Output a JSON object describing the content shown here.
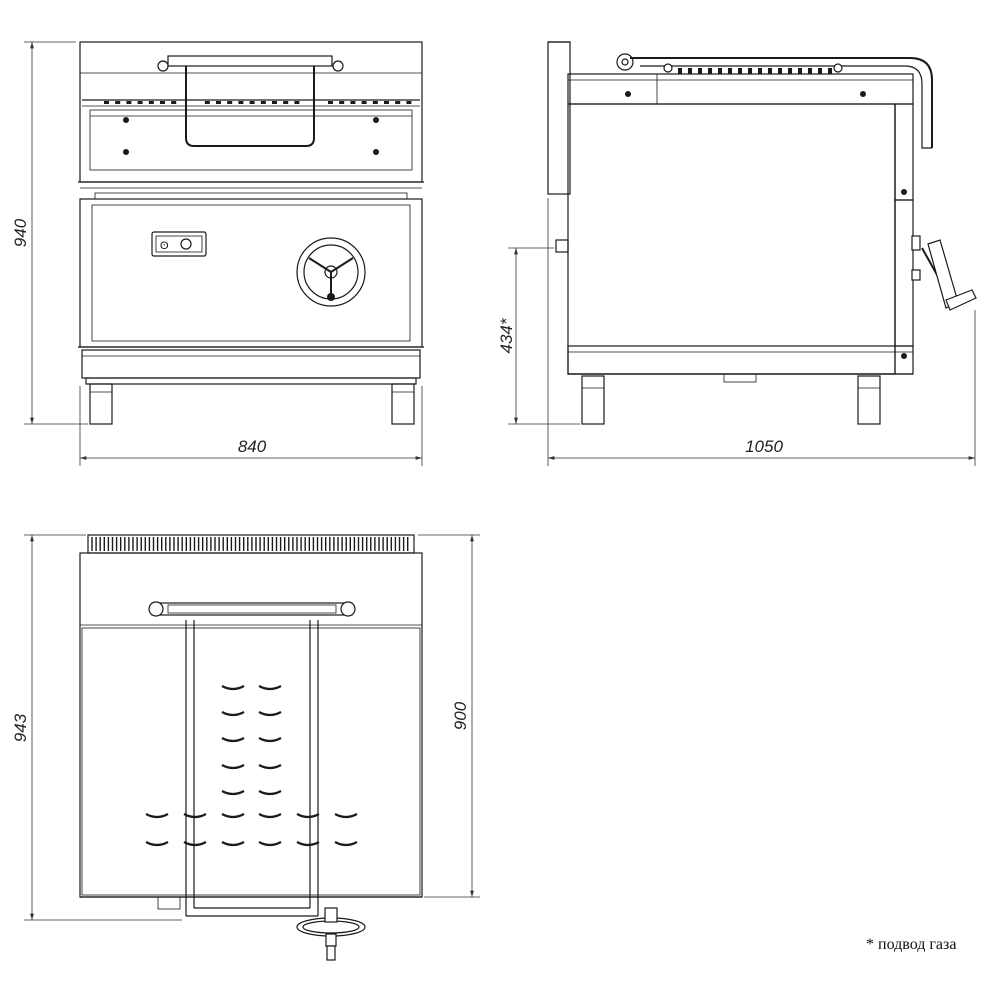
{
  "dimensions": {
    "front_width": "840",
    "front_height": "940",
    "side_depth": "1050",
    "gas_inlet_height": "434*",
    "top_depth": "900",
    "top_overall": "943"
  },
  "footnote": "* подвод газа",
  "views": {
    "front": "front-view",
    "side": "side-view",
    "top": "top-view"
  }
}
